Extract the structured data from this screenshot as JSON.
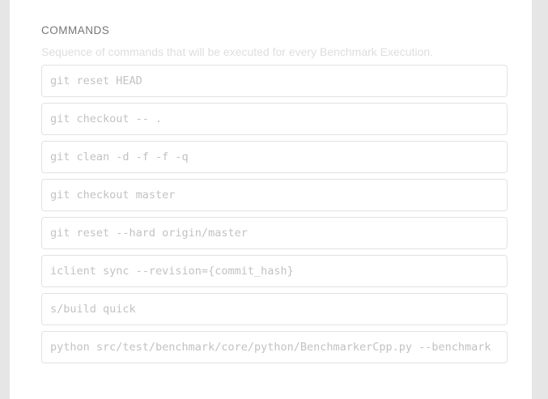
{
  "theme": {
    "page_background": "#e6e6e6",
    "card_background": "#ffffff",
    "heading_color": "#767676",
    "subtitle_color": "#dedede",
    "field_border_color": "#e2e2e2",
    "field_text_color": "#c2c2c2"
  },
  "section": {
    "title": "COMMANDS",
    "subtitle": "Sequence of commands that will be executed for every Benchmark Execution."
  },
  "commands": [
    {
      "value": "git reset HEAD"
    },
    {
      "value": "git checkout -- ."
    },
    {
      "value": "git clean -d -f -f -q"
    },
    {
      "value": "git checkout master"
    },
    {
      "value": "git reset --hard origin/master"
    },
    {
      "value": "iclient sync --revision={commit_hash}"
    },
    {
      "value": "s/build quick"
    },
    {
      "value": "python src/test/benchmark/core/python/BenchmarkerCpp.py --benchmark"
    }
  ]
}
